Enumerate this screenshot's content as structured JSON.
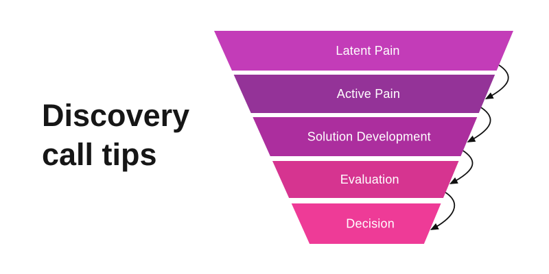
{
  "title": {
    "line1": "Discovery",
    "line2": "call tips",
    "color": "#161616"
  },
  "funnel": {
    "stages": [
      {
        "label": "Latent Pain",
        "color": "#c33cb8"
      },
      {
        "label": "Active Pain",
        "color": "#943398"
      },
      {
        "label": "Solution Development",
        "color": "#ac2e9e"
      },
      {
        "label": "Evaluation",
        "color": "#d63490"
      },
      {
        "label": "Decision",
        "color": "#ee3b97"
      }
    ],
    "label_color": "#ffffff",
    "arrow_color": "#111111"
  },
  "canvas": {
    "background": "#ffffff"
  }
}
